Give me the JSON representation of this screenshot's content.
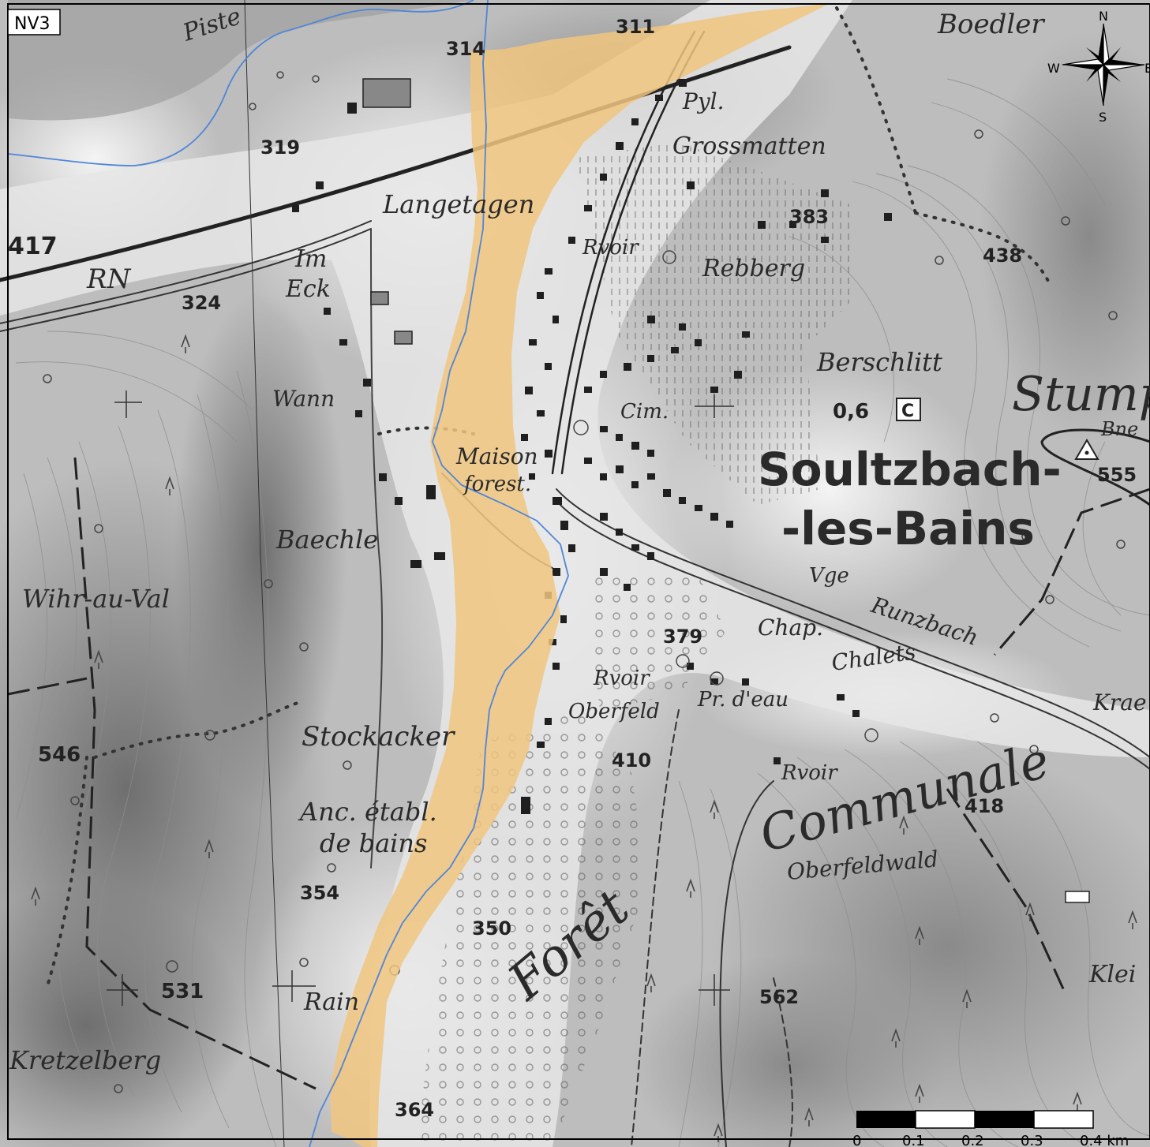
{
  "map": {
    "id_label": "NV3",
    "place_names": {
      "piste": "Piste",
      "boedler": "Boedler",
      "pyl": "Pyl.",
      "grossmatten": "Grossmatten",
      "langetagen": "Langetagen",
      "rn": "RN",
      "im": "Im",
      "eck": "Eck",
      "rvoir_north": "Rvoir",
      "rebberg": "Rebberg",
      "berschlitt": "Berschlitt",
      "stump": "Stump",
      "bne": "Bne",
      "wann": "Wann",
      "cim": "Cim.",
      "maison": "Maison",
      "forest": "forest.",
      "soultzbach": "Soultzbach-",
      "les_bains": "-les-Bains",
      "baechle": "Baechle",
      "wihr": "Wihr-au-Val",
      "vge": "Vge",
      "runzbach": "Runzbach",
      "chap": "Chap.",
      "chalets": "Chalets",
      "rvoir_mid": "Rvoir",
      "oberfeld": "Oberfeld",
      "pr_eau": "Pr. d'eau",
      "kra": "Krae",
      "stockacker": "Stockacker",
      "communale": "Communale",
      "rvoir_south": "Rvoir",
      "anc_etab": "Anc. établ.",
      "de_bains": "de bains",
      "oberfeldwald": "Oberfeldwald",
      "foret": "Forêt",
      "klei": "Klei",
      "kretzelberg": "Kretzelberg",
      "rain": "Rain"
    },
    "elevations": {
      "e314": "314",
      "e311": "311",
      "e319": "319",
      "e417": "417",
      "e324": "324",
      "e383": "383",
      "e438": "438",
      "e06": "0,6",
      "e555": "555",
      "e379": "379",
      "e546": "546",
      "e410": "410",
      "e418": "418",
      "e354": "354",
      "e350": "350",
      "e531": "531",
      "e562": "562",
      "e364": "364"
    },
    "symbols": {
      "c_box": "C"
    },
    "compass": {
      "n": "N",
      "e": "E",
      "s": "S",
      "w": "W"
    },
    "scale_bar": {
      "ticks": [
        "0",
        "0.1",
        "0.2",
        "0.3",
        "0.4 km"
      ]
    },
    "colors": {
      "zone_fill": "#f0c680",
      "river": "#4f86d8",
      "hillshade_dark": "#7a7a7a"
    }
  }
}
